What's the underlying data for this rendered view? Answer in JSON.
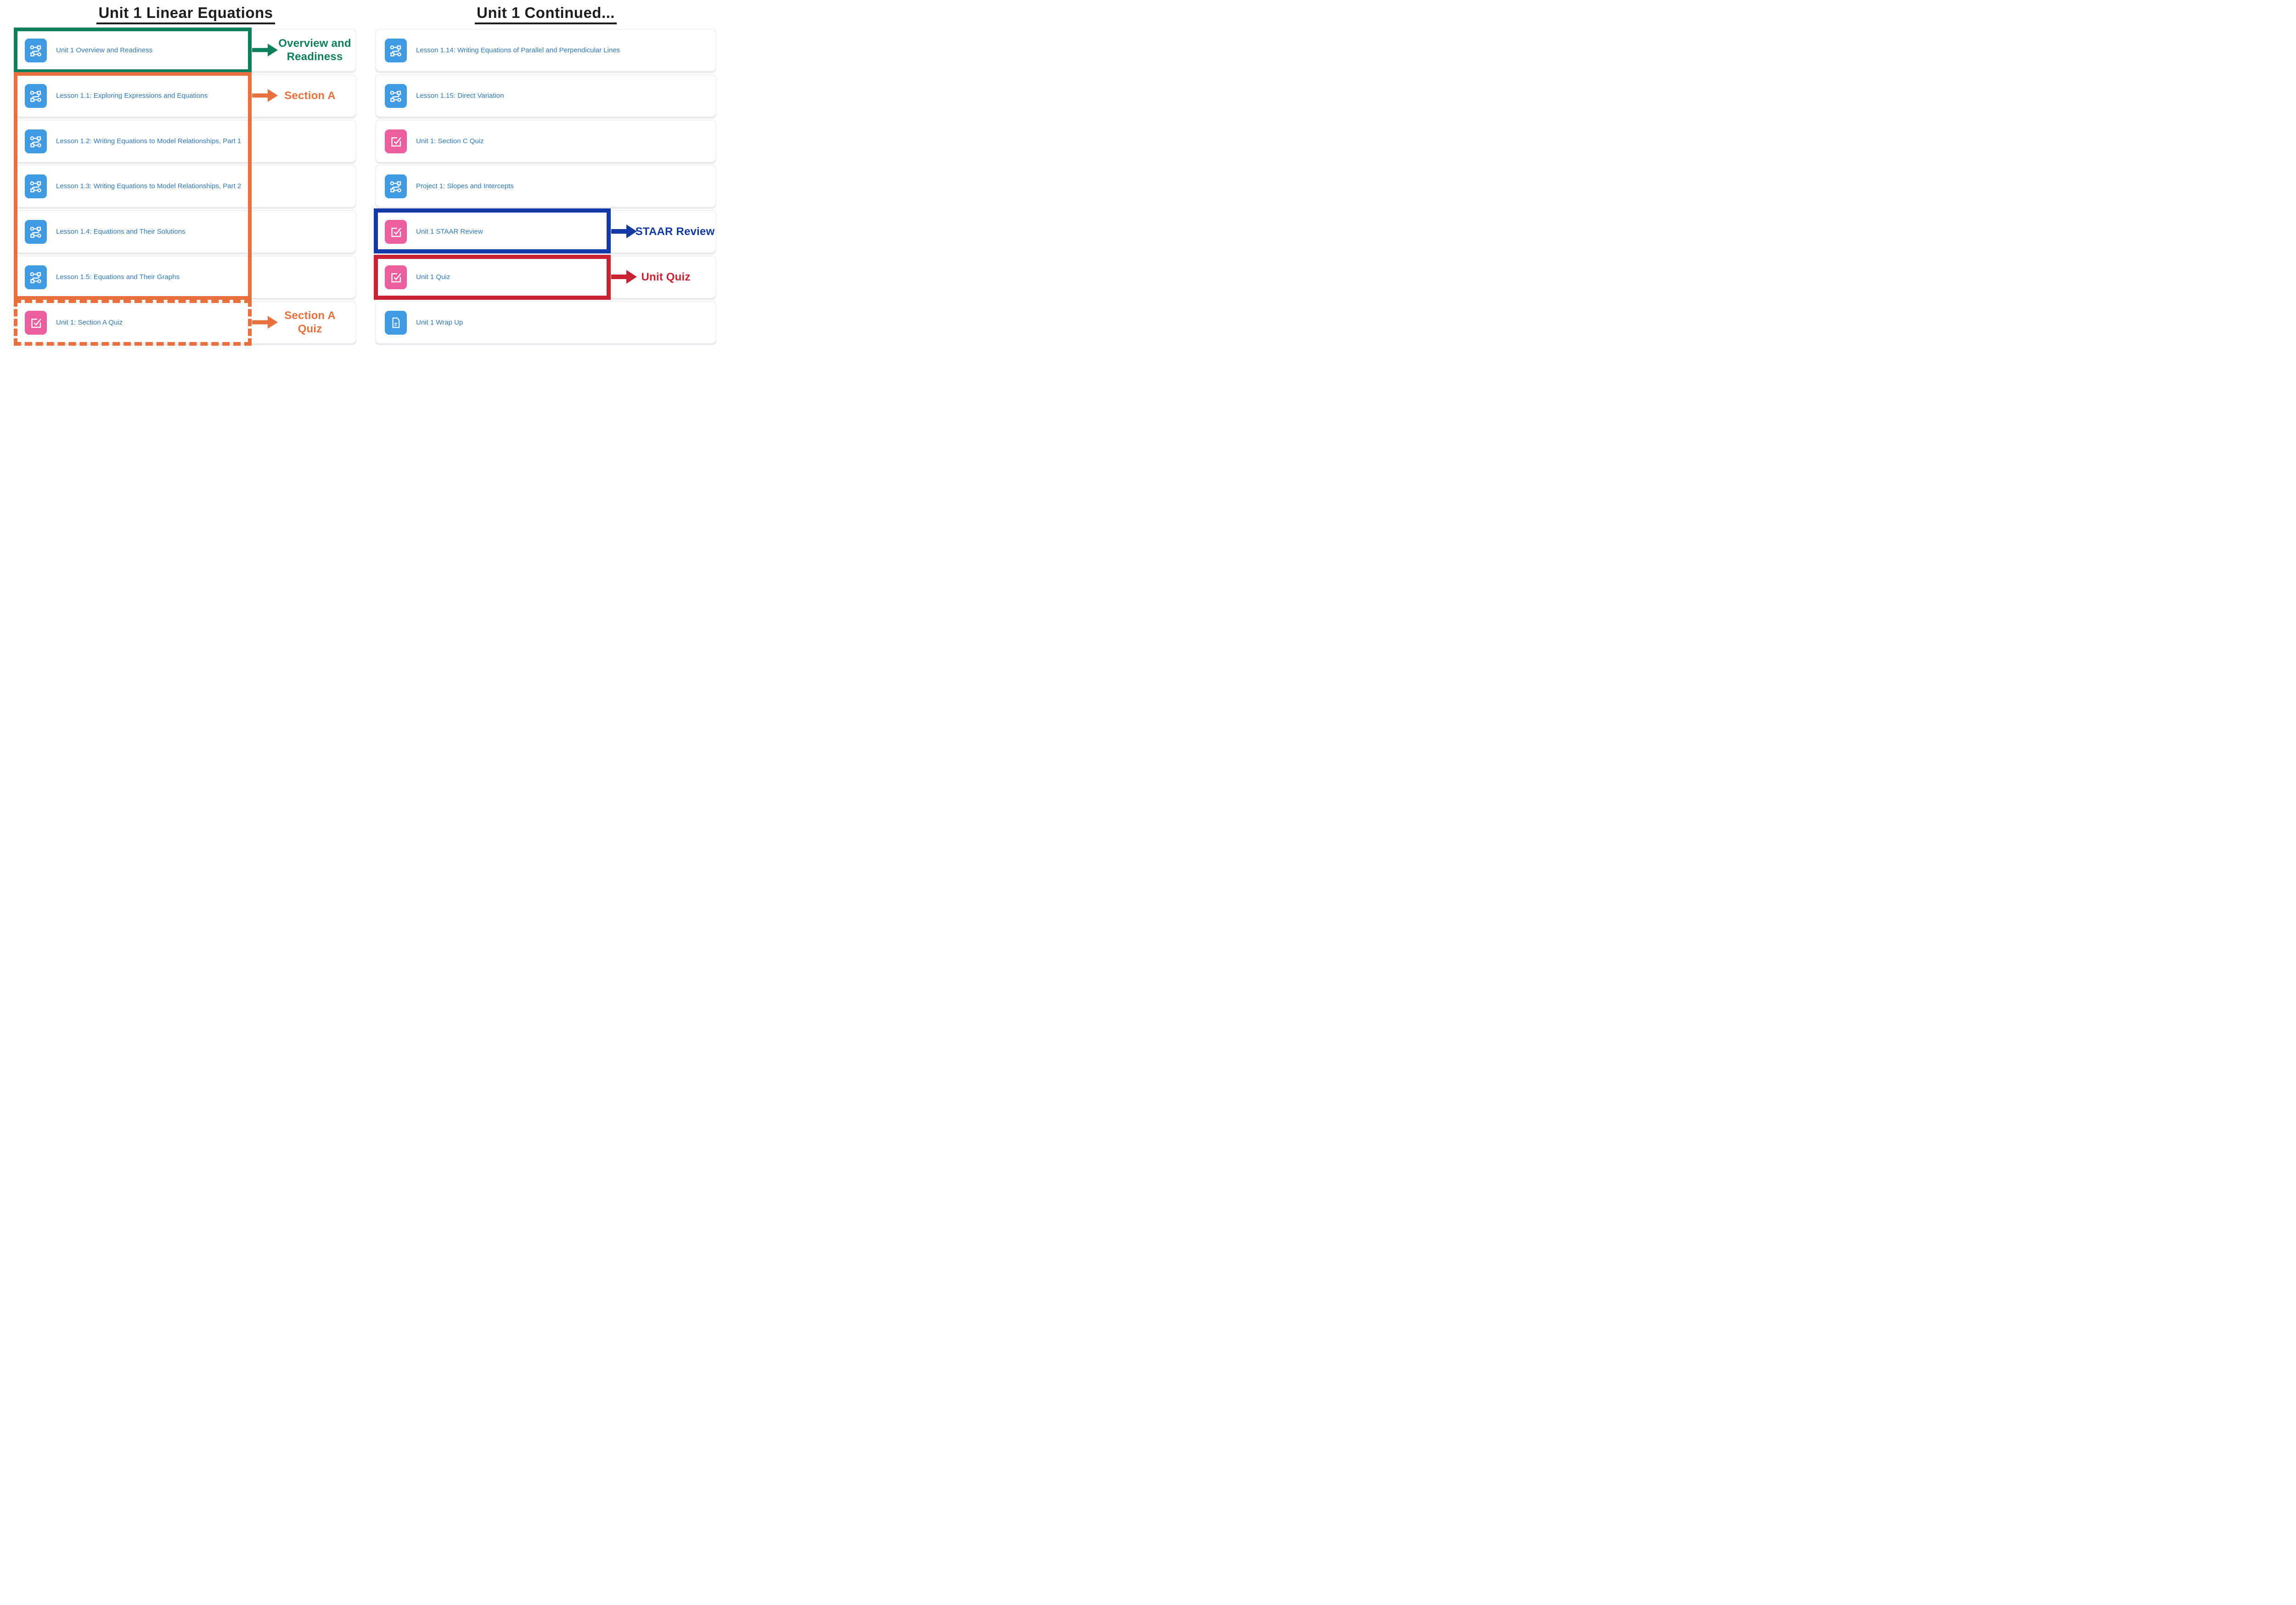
{
  "left_column": {
    "title": "Unit 1 Linear Equations",
    "items": [
      {
        "title": "Unit 1 Overview and Readiness",
        "icon": "learning-path"
      },
      {
        "title": "Lesson 1.1: Exploring Expressions and Equations",
        "icon": "learning-path"
      },
      {
        "title": "Lesson 1.2: Writing Equations to Model Relationships, Part 1",
        "icon": "learning-path"
      },
      {
        "title": "Lesson 1.3: Writing Equations to Model Relationships, Part 2",
        "icon": "learning-path"
      },
      {
        "title": "Lesson 1.4: Equations and Their Solutions",
        "icon": "learning-path"
      },
      {
        "title": "Lesson 1.5: Equations and Their Graphs",
        "icon": "learning-path"
      },
      {
        "title": "Unit 1: Section A Quiz",
        "icon": "quiz-check"
      }
    ],
    "annotations": {
      "overview_line1": "Overview and",
      "overview_line2": "Readiness",
      "section_a": "Section A",
      "section_a_quiz_line1": "Section A",
      "section_a_quiz_line2": "Quiz"
    }
  },
  "right_column": {
    "title": "Unit 1 Continued...",
    "items": [
      {
        "title": "Lesson 1.14: Writing Equations of Parallel and Perpendicular Lines",
        "icon": "learning-path"
      },
      {
        "title": "Lesson 1.15: Direct Variation",
        "icon": "learning-path"
      },
      {
        "title": "Unit 1: Section C Quiz",
        "icon": "quiz-check"
      },
      {
        "title": "Project 1: Slopes and Intercepts",
        "icon": "learning-path"
      },
      {
        "title": "Unit 1 STAAR Review",
        "icon": "quiz-check"
      },
      {
        "title": "Unit 1 Quiz",
        "icon": "quiz-check"
      },
      {
        "title": "Unit 1 Wrap Up",
        "icon": "document"
      }
    ],
    "annotations": {
      "staar": "STAAR Review",
      "unit_quiz": "Unit Quiz"
    }
  },
  "colors": {
    "annotation_green": "#0e7f5b",
    "annotation_orange": "#e8703c",
    "annotation_navy": "#1339a6",
    "annotation_red": "#c92333",
    "link_blue": "#2e78c2",
    "icon_blue": "#419be2",
    "icon_pink": "#ec5f9e"
  }
}
